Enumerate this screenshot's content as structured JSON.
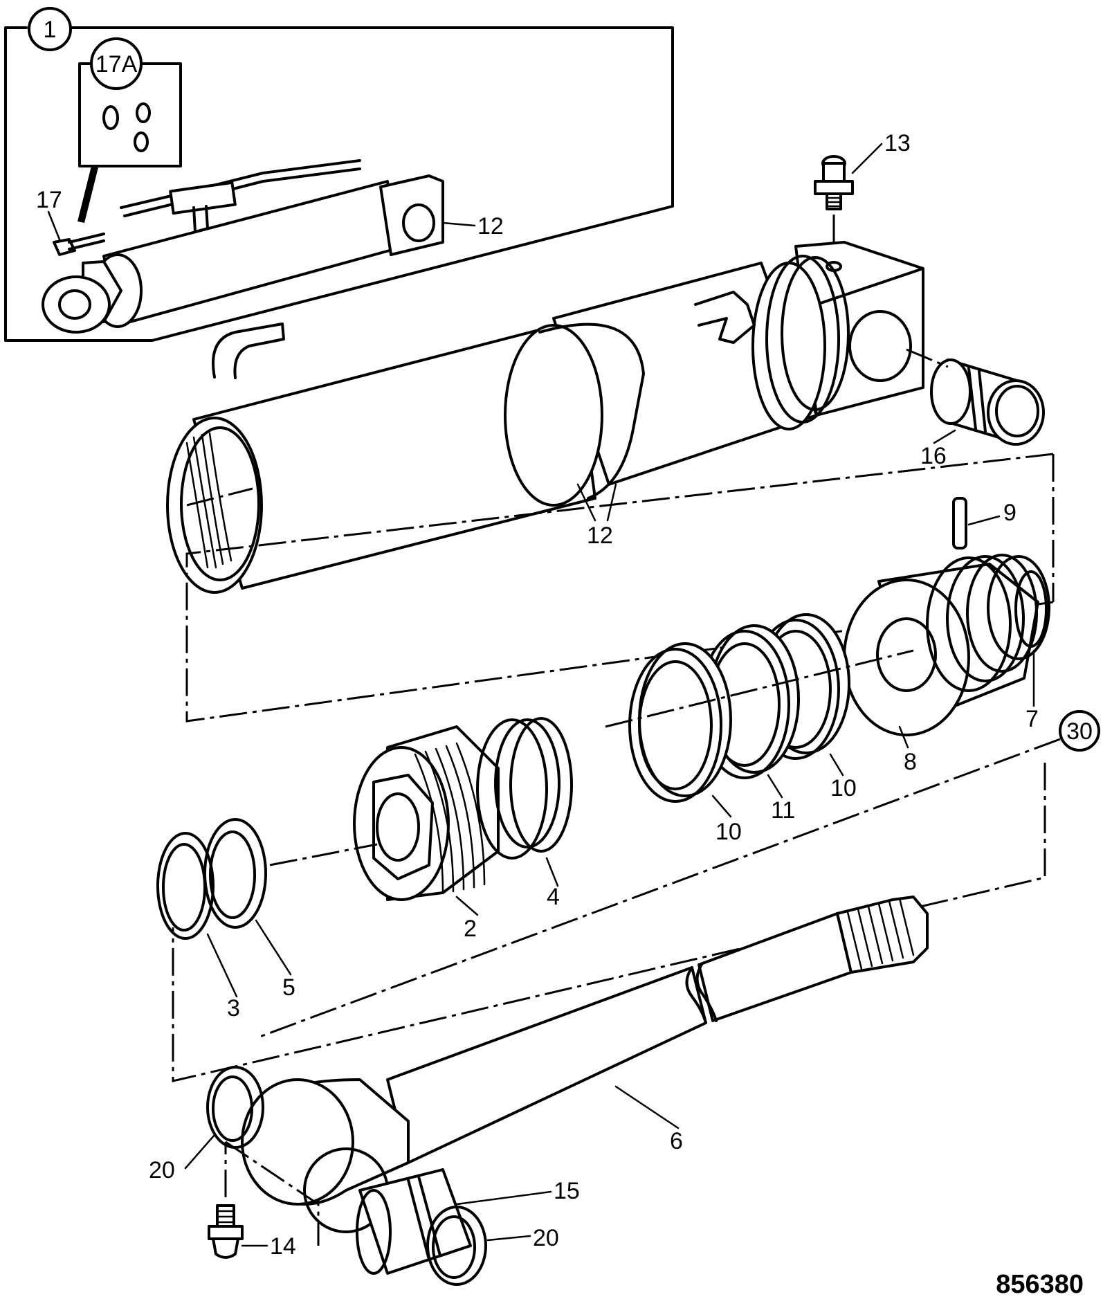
{
  "figure_number": "856380",
  "callouts": {
    "c1": "1",
    "c17a": "17A",
    "c30": "30"
  },
  "labels": {
    "l17": "17",
    "l12_inset": "12",
    "l13": "13",
    "l16": "16",
    "l12_main": "12",
    "l9": "9",
    "l7": "7",
    "l8": "8",
    "l10a": "10",
    "l11": "11",
    "l10b": "10",
    "l4": "4",
    "l2": "2",
    "l5": "5",
    "l3": "3",
    "l6": "6",
    "l20a": "20",
    "l15": "15",
    "l20b": "20",
    "l14": "14"
  }
}
